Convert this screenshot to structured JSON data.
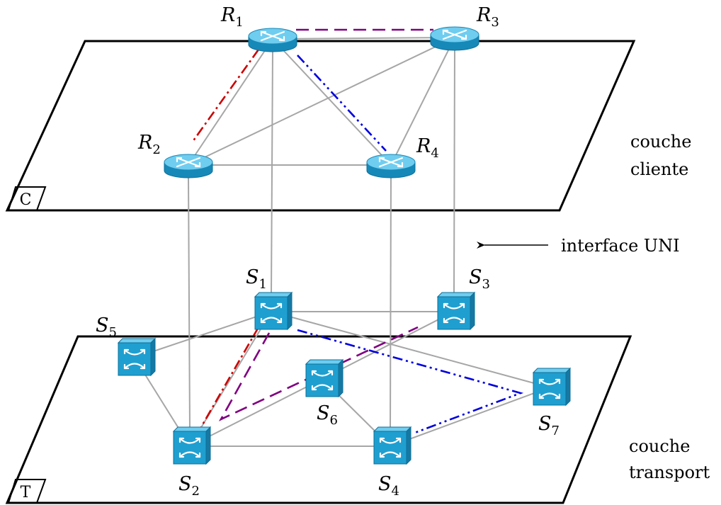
{
  "layers": {
    "client": {
      "tag": "C",
      "caption_line1": "couche",
      "caption_line2": "cliente"
    },
    "transport": {
      "tag": "T",
      "caption_line1": "couche",
      "caption_line2": "transport"
    }
  },
  "interface": {
    "label": "interface UNI"
  },
  "routers": [
    {
      "id": "R1",
      "letter": "R",
      "sub": "1"
    },
    {
      "id": "R2",
      "letter": "R",
      "sub": "2"
    },
    {
      "id": "R3",
      "letter": "R",
      "sub": "3"
    },
    {
      "id": "R4",
      "letter": "R",
      "sub": "4"
    }
  ],
  "switches": [
    {
      "id": "S1",
      "letter": "S",
      "sub": "1"
    },
    {
      "id": "S2",
      "letter": "S",
      "sub": "2"
    },
    {
      "id": "S3",
      "letter": "S",
      "sub": "3"
    },
    {
      "id": "S4",
      "letter": "S",
      "sub": "4"
    },
    {
      "id": "S5",
      "letter": "S",
      "sub": "5"
    },
    {
      "id": "S6",
      "letter": "S",
      "sub": "6"
    },
    {
      "id": "S7",
      "letter": "S",
      "sub": "7"
    }
  ],
  "colors": {
    "device_blue": "#1f9fd0",
    "device_top": "#6fcdf0",
    "link_gray": "#a6a6a6",
    "path_red": "#cc0000",
    "path_purple": "#800080",
    "path_blue": "#0000dd"
  },
  "client_links": [
    [
      "R1",
      "R2"
    ],
    [
      "R1",
      "R3"
    ],
    [
      "R1",
      "R4"
    ],
    [
      "R2",
      "R3"
    ],
    [
      "R2",
      "R4"
    ],
    [
      "R3",
      "R4"
    ]
  ],
  "transport_links": [
    [
      "S1",
      "S2"
    ],
    [
      "S1",
      "S3"
    ],
    [
      "S1",
      "S5"
    ],
    [
      "S1",
      "S7"
    ],
    [
      "S2",
      "S4"
    ],
    [
      "S2",
      "S5"
    ],
    [
      "S2",
      "S6"
    ],
    [
      "S3",
      "S6"
    ],
    [
      "S4",
      "S6"
    ],
    [
      "S4",
      "S7"
    ]
  ],
  "uni_links": [
    [
      "R1",
      "S1"
    ],
    [
      "R2",
      "S2"
    ],
    [
      "R3",
      "S3"
    ],
    [
      "R4",
      "S4"
    ]
  ],
  "paths": [
    {
      "name": "red-dashdot",
      "color": "path_red",
      "style": "dashdot"
    },
    {
      "name": "purple-dashed",
      "color": "path_purple",
      "style": "dashed"
    },
    {
      "name": "blue-dashdotdot",
      "color": "path_blue",
      "style": "dashdotdot"
    }
  ]
}
